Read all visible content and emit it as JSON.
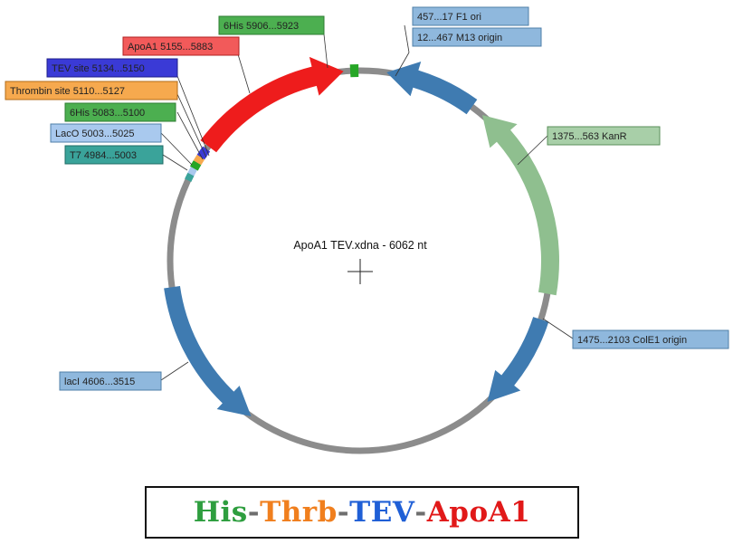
{
  "map": {
    "title": "ApoA1 TEV.xdna - 6062 nt",
    "colors": {
      "backbone": "#8c8c8c",
      "blue": "#3f7bb1",
      "green": "#8fbf8f",
      "red": "#ee1c1c",
      "his_green": "#26a626"
    },
    "features": [
      {
        "id": "6his-top",
        "text": "6His  5906...5923",
        "fill": "#4caf50",
        "stroke": "#2e7d32",
        "color": "#1a1a1a"
      },
      {
        "id": "f1-ori",
        "text": "457...17  F1 ori",
        "fill": "#8fb8dd",
        "stroke": "#4f7fa8",
        "color": "#1a1a1a"
      },
      {
        "id": "m13-origin",
        "text": "12...467  M13 origin",
        "fill": "#8fb8dd",
        "stroke": "#4f7fa8",
        "color": "#1a1a1a"
      },
      {
        "id": "apoa1",
        "text": "ApoA1  5155...5883",
        "fill": "#f25a5a",
        "stroke": "#b22222",
        "color": "#1a1a1a"
      },
      {
        "id": "tev-site",
        "text": "TEV site  5134...5150",
        "fill": "#3a3ad6",
        "stroke": "#1f1f8a",
        "color": "#1a1a1a"
      },
      {
        "id": "thrombin",
        "text": "Thrombin site  5110...5127",
        "fill": "#f6a94e",
        "stroke": "#b36b17",
        "color": "#1a1a1a"
      },
      {
        "id": "6his-left",
        "text": "6His  5083...5100",
        "fill": "#4caf50",
        "stroke": "#2e7d32",
        "color": "#1a1a1a"
      },
      {
        "id": "laco",
        "text": "LacO  5003...5025",
        "fill": "#a9c9ee",
        "stroke": "#4f7fa8",
        "color": "#1a1a1a"
      },
      {
        "id": "t7",
        "text": "T7  4984...5003",
        "fill": "#3aa39a",
        "stroke": "#1f6b64",
        "color": "#1a1a1a"
      },
      {
        "id": "kanr",
        "text": "1375...563  KanR",
        "fill": "#a8cfa8",
        "stroke": "#5a8f5a",
        "color": "#1a1a1a"
      },
      {
        "id": "cole1",
        "text": "1475...2103  ColE1 origin",
        "fill": "#8fb8dd",
        "stroke": "#4f7fa8",
        "color": "#1a1a1a"
      },
      {
        "id": "laci",
        "text": "lacI  4606...3515",
        "fill": "#8fb8dd",
        "stroke": "#4f7fa8",
        "color": "#1a1a1a"
      }
    ]
  },
  "construct": {
    "parts": [
      {
        "text": "His",
        "color": "#2e9e3f"
      },
      {
        "text": "-",
        "color": "#6e6e6e"
      },
      {
        "text": "Thrb",
        "color": "#f07f1e"
      },
      {
        "text": "-",
        "color": "#6e6e6e"
      },
      {
        "text": "TEV",
        "color": "#1f5fd6"
      },
      {
        "text": "-",
        "color": "#6e6e6e"
      },
      {
        "text": "ApoA1",
        "color": "#e11919"
      }
    ]
  }
}
